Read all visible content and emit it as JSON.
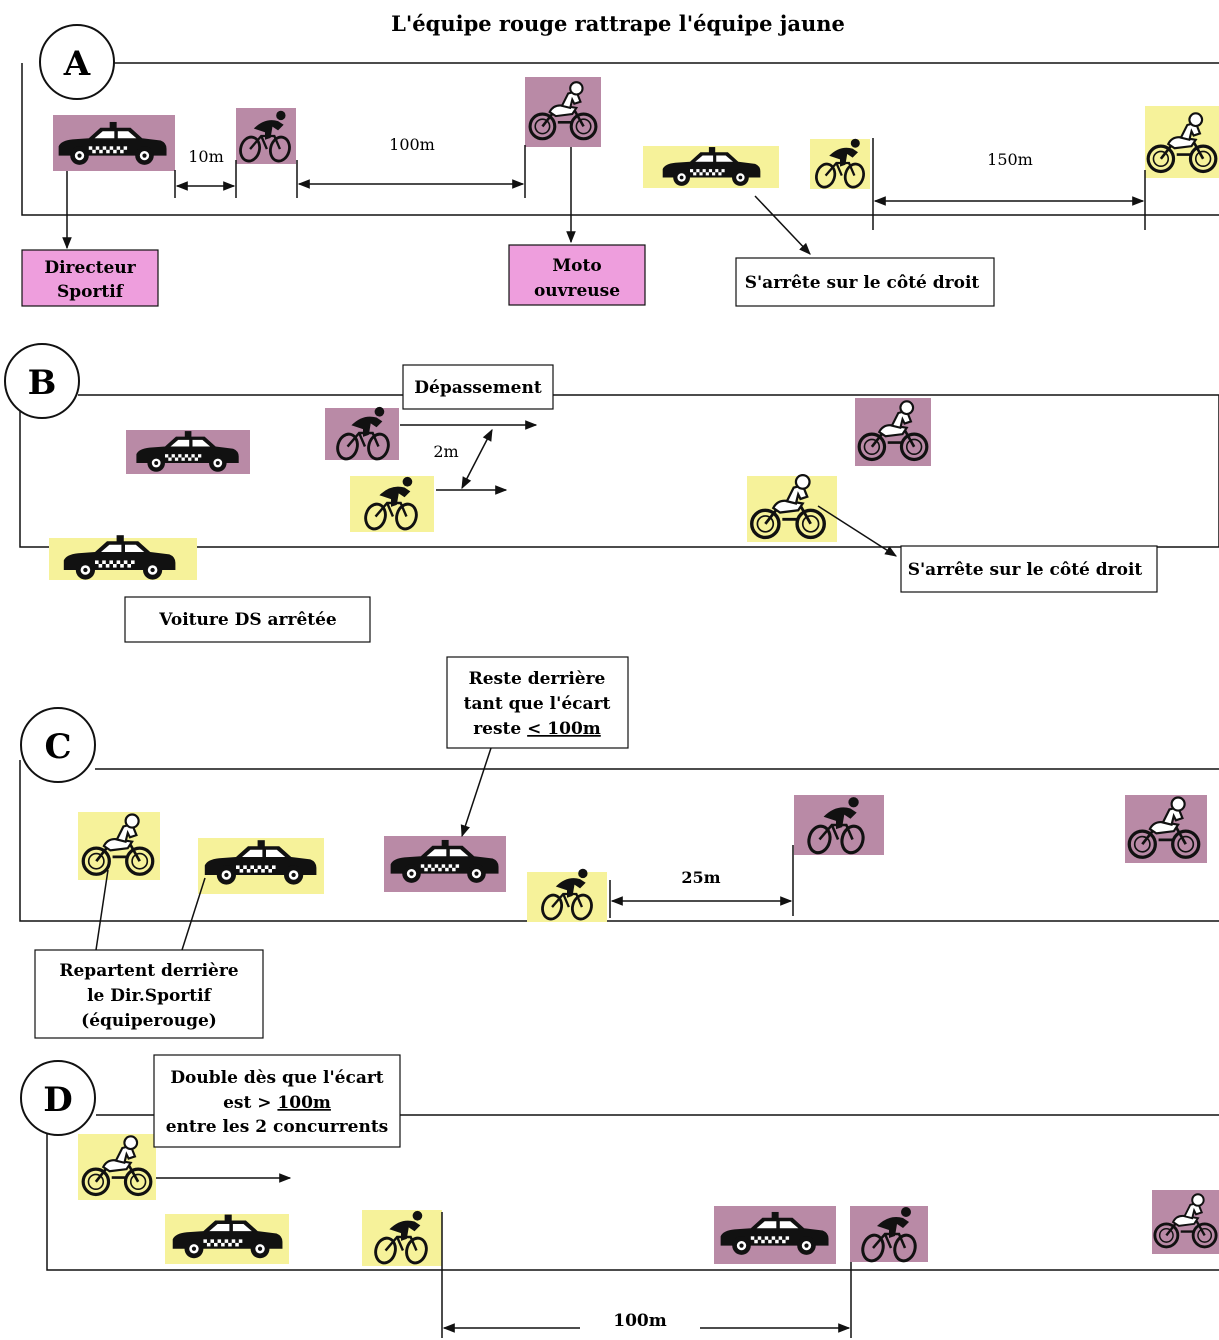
{
  "title": "L'équipe rouge rattrape l'équipe jaune",
  "colors": {
    "red_team": "#b98aa6",
    "yellow_team": "#f6f29a",
    "label_pink": "#ee9edd",
    "ink": "#111111"
  },
  "panels": [
    {
      "letter": "A",
      "labels": {
        "directeur": [
          "Directeur",
          "Sportif"
        ],
        "moto": [
          "Moto",
          "ouvreuse"
        ],
        "stop": "S'arrête sur le côté droit"
      },
      "dimensions": {
        "d1": "10m",
        "d2": "100m",
        "d3": "150m"
      }
    },
    {
      "letter": "B",
      "labels": {
        "overtake": "Dépassement",
        "stop": "S'arrête sur le côté droit",
        "ds_stopped": "Voiture DS arrêtée"
      },
      "dimensions": {
        "d1": "2m"
      }
    },
    {
      "letter": "C",
      "labels": {
        "stay_behind": [
          "Reste derrière",
          "tant que l'écart",
          "reste ",
          "< 100m"
        ],
        "restart": [
          "Repartent derrière",
          "le Dir.Sportif",
          "(équiperouge)"
        ]
      },
      "dimensions": {
        "d1": "25m"
      }
    },
    {
      "letter": "D",
      "labels": {
        "double": [
          "Double dès que l'écart",
          "est > ",
          "100m",
          "entre les 2 concurrents"
        ]
      },
      "dimensions": {
        "d1": "100m"
      }
    }
  ],
  "icons": [
    "car-icon",
    "bicycle-icon",
    "motorcycle-icon"
  ]
}
